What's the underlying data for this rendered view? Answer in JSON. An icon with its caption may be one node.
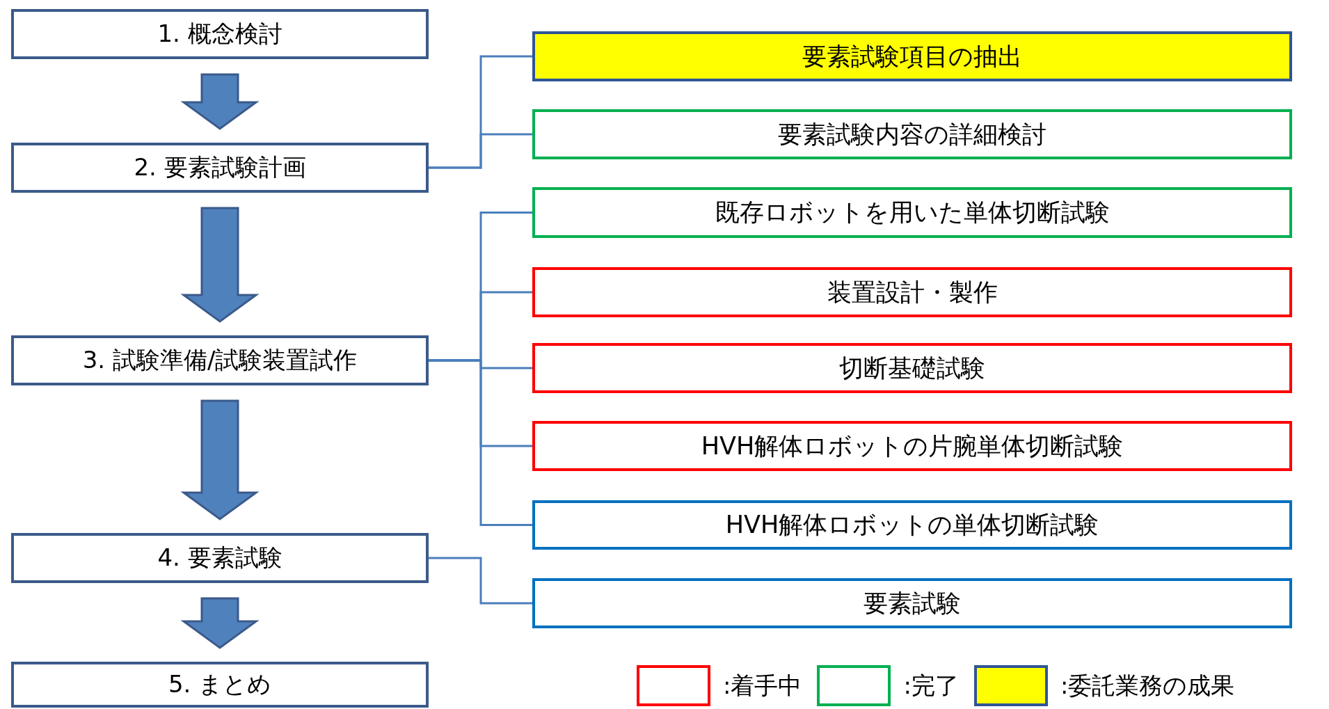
{
  "diagram": {
    "nodes": [
      {
        "text": [
          "1. 概念検討"
        ]
      },
      {
        "text": [
          "2. 要素試験計画"
        ]
      },
      {
        "text": [
          "3. 試験準備/試験装置試作"
        ]
      },
      {
        "text": [
          "4. 要素試験"
        ]
      },
      {
        "text": [
          "5. まとめ"
        ]
      },
      {
        "text": [
          "要素試験項目の抽出"
        ]
      },
      {
        "text": [
          "要素試験内容の詳細検討"
        ]
      },
      {
        "text": [
          "既存ロボットを用いた単体切断試験"
        ]
      },
      {
        "text": [
          "装置設計・製作"
        ]
      },
      {
        "text": [
          "切断基礎試験"
        ]
      },
      {
        "text": [
          "HVH解体ロボットの片腕単体切断試験"
        ]
      },
      {
        "text": [
          "HVH解体ロボットの単体切断試験"
        ]
      },
      {
        "text": [
          "要素試験"
        ]
      }
    ],
    "edges": [
      {
        "from": 0,
        "to": 1,
        "arrow": "to",
        "style": "thick"
      },
      {
        "from": 1,
        "to": 2,
        "arrow": "to",
        "style": "thick"
      },
      {
        "from": 2,
        "to": 3,
        "arrow": "to",
        "style": "thick"
      },
      {
        "from": 3,
        "to": 4,
        "arrow": "to",
        "style": "thick"
      },
      {
        "from": 1,
        "to": 5,
        "arrow": "none"
      },
      {
        "from": 1,
        "to": 6,
        "arrow": "none"
      },
      {
        "from": 2,
        "to": 7,
        "arrow": "none"
      },
      {
        "from": 2,
        "to": 8,
        "arrow": "none"
      },
      {
        "from": 2,
        "to": 9,
        "arrow": "none"
      },
      {
        "from": 2,
        "to": 10,
        "arrow": "none"
      },
      {
        "from": 2,
        "to": 11,
        "arrow": "none"
      },
      {
        "from": 3,
        "to": 12,
        "arrow": "none"
      }
    ],
    "legend": [
      {
        "text": ":着手中",
        "color": "#ff0000"
      },
      {
        "text": ":完了",
        "color": "#00b050"
      },
      {
        "text": ":委託業務の成果",
        "color": "#ffff00"
      }
    ]
  }
}
